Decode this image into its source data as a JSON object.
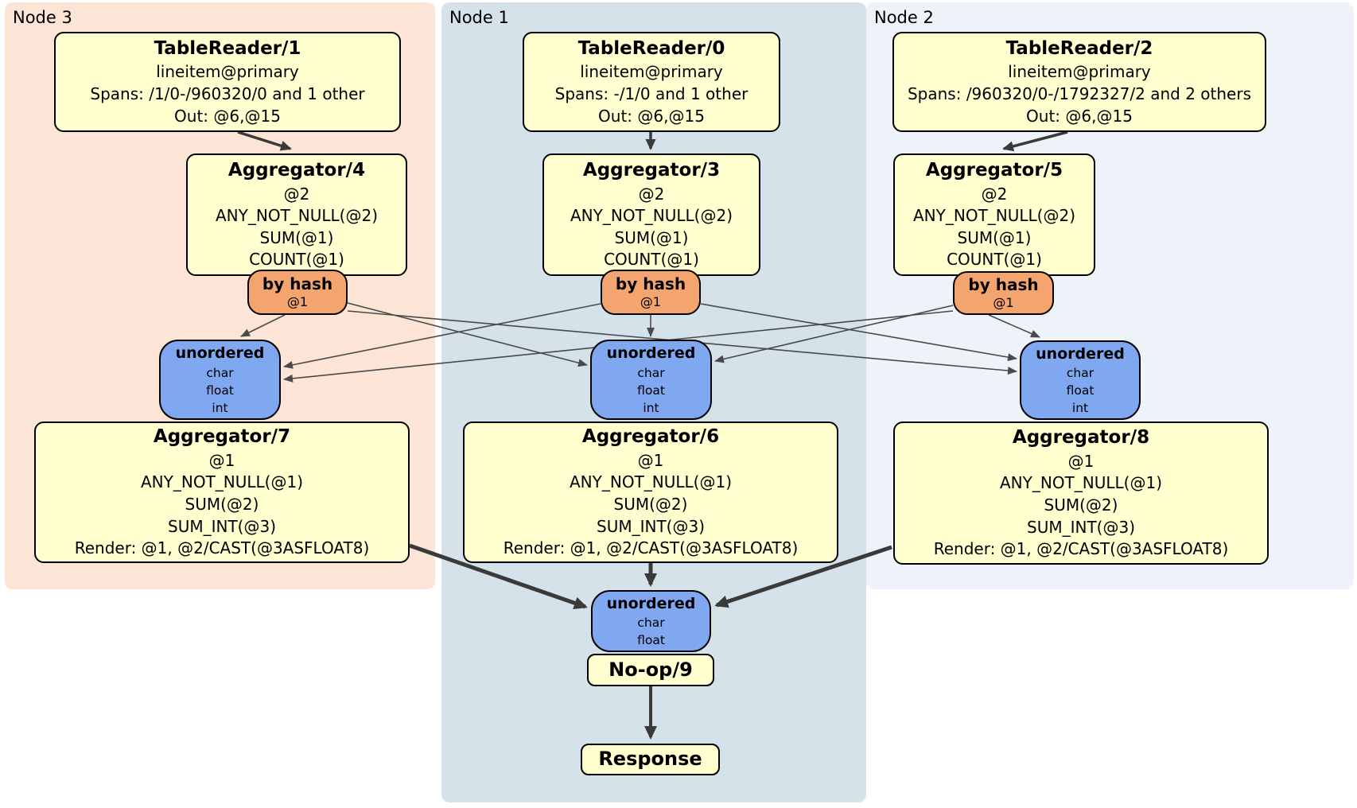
{
  "nodes": [
    {
      "label": "Node 3",
      "tablereader": {
        "title": "TableReader/1",
        "index": "lineitem@primary",
        "spans": "Spans: /1/0-/960320/0 and 1 other",
        "out": "Out: @6,@15"
      },
      "aggregator_top": {
        "title": "Aggregator/4",
        "group": "@2",
        "fns": [
          "ANY_NOT_NULL(@2)",
          "SUM(@1)",
          "COUNT(@1)"
        ]
      },
      "router": {
        "title": "by hash",
        "columns": "@1"
      },
      "sync": {
        "title": "unordered",
        "streams": [
          "char",
          "float",
          "int"
        ]
      },
      "aggregator_bottom": {
        "title": "Aggregator/7",
        "group": "@1",
        "fns": [
          "ANY_NOT_NULL(@1)",
          "SUM(@2)",
          "SUM_INT(@3)"
        ],
        "render": "Render: @1, @2/CAST(@3ASFLOAT8)"
      }
    },
    {
      "label": "Node 1",
      "tablereader": {
        "title": "TableReader/0",
        "index": "lineitem@primary",
        "spans": "Spans: -/1/0 and 1 other",
        "out": "Out: @6,@15"
      },
      "aggregator_top": {
        "title": "Aggregator/3",
        "group": "@2",
        "fns": [
          "ANY_NOT_NULL(@2)",
          "SUM(@1)",
          "COUNT(@1)"
        ]
      },
      "router": {
        "title": "by hash",
        "columns": "@1"
      },
      "sync": {
        "title": "unordered",
        "streams": [
          "char",
          "float",
          "int"
        ]
      },
      "aggregator_bottom": {
        "title": "Aggregator/6",
        "group": "@1",
        "fns": [
          "ANY_NOT_NULL(@1)",
          "SUM(@2)",
          "SUM_INT(@3)"
        ],
        "render": "Render: @1, @2/CAST(@3ASFLOAT8)"
      }
    },
    {
      "label": "Node 2",
      "tablereader": {
        "title": "TableReader/2",
        "index": "lineitem@primary",
        "spans": "Spans: /960320/0-/1792327/2 and 2 others",
        "out": "Out: @6,@15"
      },
      "aggregator_top": {
        "title": "Aggregator/5",
        "group": "@2",
        "fns": [
          "ANY_NOT_NULL(@2)",
          "SUM(@1)",
          "COUNT(@1)"
        ]
      },
      "router": {
        "title": "by hash",
        "columns": "@1"
      },
      "sync": {
        "title": "unordered",
        "streams": [
          "char",
          "float",
          "int"
        ]
      },
      "aggregator_bottom": {
        "title": "Aggregator/8",
        "group": "@1",
        "fns": [
          "ANY_NOT_NULL(@1)",
          "SUM(@2)",
          "SUM_INT(@3)"
        ],
        "render": "Render: @1, @2/CAST(@3ASFLOAT8)"
      }
    }
  ],
  "final": {
    "sync": {
      "title": "unordered",
      "streams": [
        "char",
        "float"
      ]
    },
    "noop_label": "No-op/9",
    "response_label": "Response"
  },
  "colors": {
    "node3_bg": "#fce4d7",
    "node1_bg": "#d5e2ea",
    "node2_bg": "#eef2f9",
    "processor_fill": "#ffffcf",
    "router_fill": "#f4a46e",
    "sync_fill": "#7fa8f0",
    "edge": "#3a3a3a",
    "edge_thin": "#4a4a4a"
  }
}
